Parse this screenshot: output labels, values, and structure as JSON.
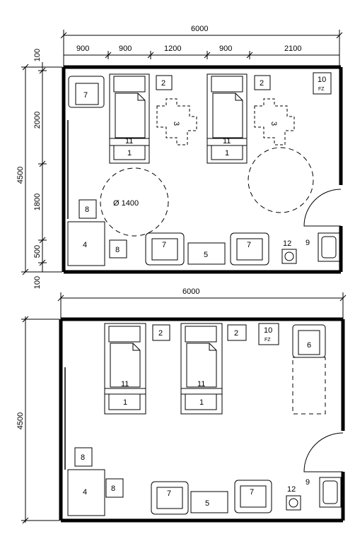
{
  "plan_top": {
    "total_width": "6000",
    "segments": [
      "900",
      "900",
      "1200",
      "900",
      "2100"
    ],
    "depth_total": "4500",
    "depth_segments": [
      "100",
      "2000",
      "1800",
      "500",
      "100"
    ],
    "circle_label": "Ø 1400",
    "labels": {
      "armchair": "7",
      "bedside": "2",
      "beds": "3",
      "bed_head": "11",
      "bed": "1",
      "fridge": "10",
      "fridge_sub": "FZ",
      "stool": "8",
      "desk": "4",
      "table": "5",
      "sink": "9",
      "bin": "12"
    }
  },
  "plan_bottom": {
    "total_width": "6000",
    "depth_total": "4500",
    "labels": {
      "armchair": "7",
      "bedside": "2",
      "bed_head": "11",
      "bed": "1",
      "fridge": "10",
      "fridge_sub": "FZ",
      "stool": "8",
      "desk": "4",
      "table": "5",
      "sink": "9",
      "bin": "12",
      "extra_bed": "6"
    }
  }
}
